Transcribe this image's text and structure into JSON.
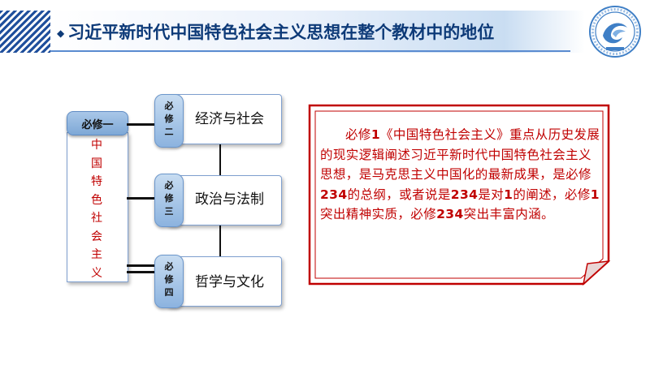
{
  "header": {
    "title": "习近平新时代中国特色社会主义思想在整个教材中的地位"
  },
  "diagram": {
    "main": {
      "label": "必修一",
      "vertical_text": [
        "中",
        "国",
        "特",
        "色",
        "社",
        "会",
        "主",
        "义"
      ]
    },
    "modules": [
      {
        "tag": [
          "必",
          "修",
          "二"
        ],
        "label": "经济与社会"
      },
      {
        "tag": [
          "必",
          "修",
          "三"
        ],
        "label": "政治与法制"
      },
      {
        "tag": [
          "必",
          "修",
          "四"
        ],
        "label": "哲学与文化"
      }
    ]
  },
  "panel": {
    "segments": [
      {
        "text": "必修",
        "bold": false
      },
      {
        "text": "1",
        "bold": true
      },
      {
        "text": "《中国特色社会主义》重点从历史发展的现实逻辑阐述习近平新时代中国特色社会主义思想，是马克思主义中国化的最新成果，是必修",
        "bold": false
      },
      {
        "text": "234",
        "bold": true
      },
      {
        "text": "的总纲，或者说是",
        "bold": false
      },
      {
        "text": "234",
        "bold": true
      },
      {
        "text": "是对",
        "bold": false
      },
      {
        "text": "1",
        "bold": true
      },
      {
        "text": "的阐述，必修",
        "bold": false
      },
      {
        "text": "1",
        "bold": true
      },
      {
        "text": "突出精神实质，必修",
        "bold": false
      },
      {
        "text": "234",
        "bold": true
      },
      {
        "text": "突出丰富内涵。",
        "bold": false
      }
    ]
  },
  "colors": {
    "title": "#0d3a78",
    "accent_blue": "#5a8bd0",
    "panel_text": "#c00000",
    "panel_border": "#c00000",
    "tag_fill": "#8cb3df"
  },
  "icons": {
    "logo": "school-emblem-icon"
  }
}
